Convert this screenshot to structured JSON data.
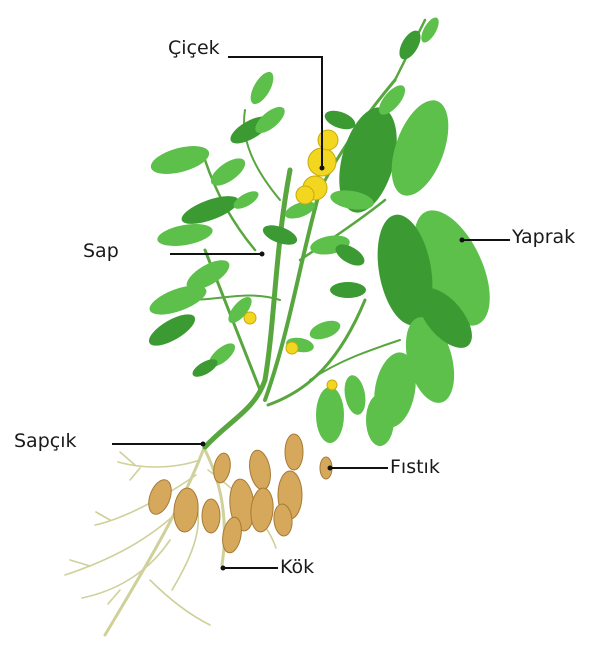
{
  "diagram": {
    "labels": {
      "flower": "Çiçek",
      "stem": "Sap",
      "leaf": "Yaprak",
      "peg": "Sapçık",
      "peanut": "Fıstık",
      "root": "Kök"
    },
    "colors": {
      "leaf": "#5cc04a",
      "leaf_dark": "#3c9a33",
      "stem": "#58a63e",
      "flower": "#f3d61f",
      "pod": "#d6a85c",
      "root": "#cfd09a",
      "leader": "#111111"
    }
  }
}
